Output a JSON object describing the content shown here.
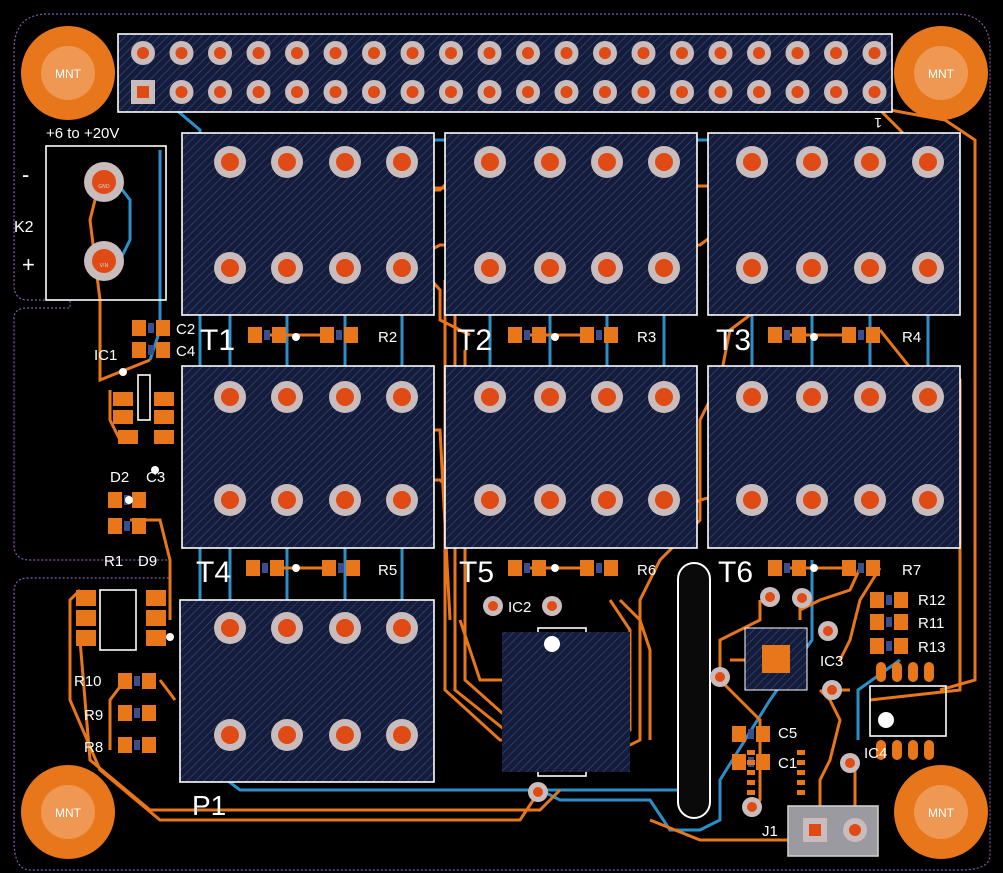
{
  "colors": {
    "background": "#000000",
    "copper_top": "#e8761a",
    "copper_bottom": "#2d8fc9",
    "silkscreen": "#ffffff",
    "pad_outer": "#c8bcbc",
    "pad_inner": "#e04a14",
    "mount_hole": "#e8761a",
    "outline": "#8a5ab0",
    "component_fill": "#1b2a5e"
  },
  "mounting_holes": [
    "MNT",
    "MNT",
    "MNT",
    "MNT"
  ],
  "power_label": "+6 to +20V",
  "connector_k2": {
    "ref": "K2",
    "minus": "-",
    "plus": "+",
    "pin1": "GND",
    "pin2": "VIN"
  },
  "transistor_blocks": [
    "T1",
    "T2",
    "T3",
    "T4",
    "T5",
    "T6",
    "P1"
  ],
  "components": {
    "C2": "C2",
    "C4": "C4",
    "IC1": "IC1",
    "D2": "D2",
    "C3": "C3",
    "R1": "R1",
    "D9": "D9",
    "R10": "R10",
    "R9": "R9",
    "R8": "R8",
    "R2": "R2",
    "R3": "R3",
    "R4": "R4",
    "R5": "R5",
    "R6": "R6",
    "R7": "R7",
    "R12": "R12",
    "R11": "R11",
    "R13": "R13",
    "IC2": "IC2",
    "IC3": "IC3",
    "IC4": "IC4",
    "C5": "C5",
    "C1": "C1",
    "J1": "J1"
  },
  "header_marker": "1"
}
